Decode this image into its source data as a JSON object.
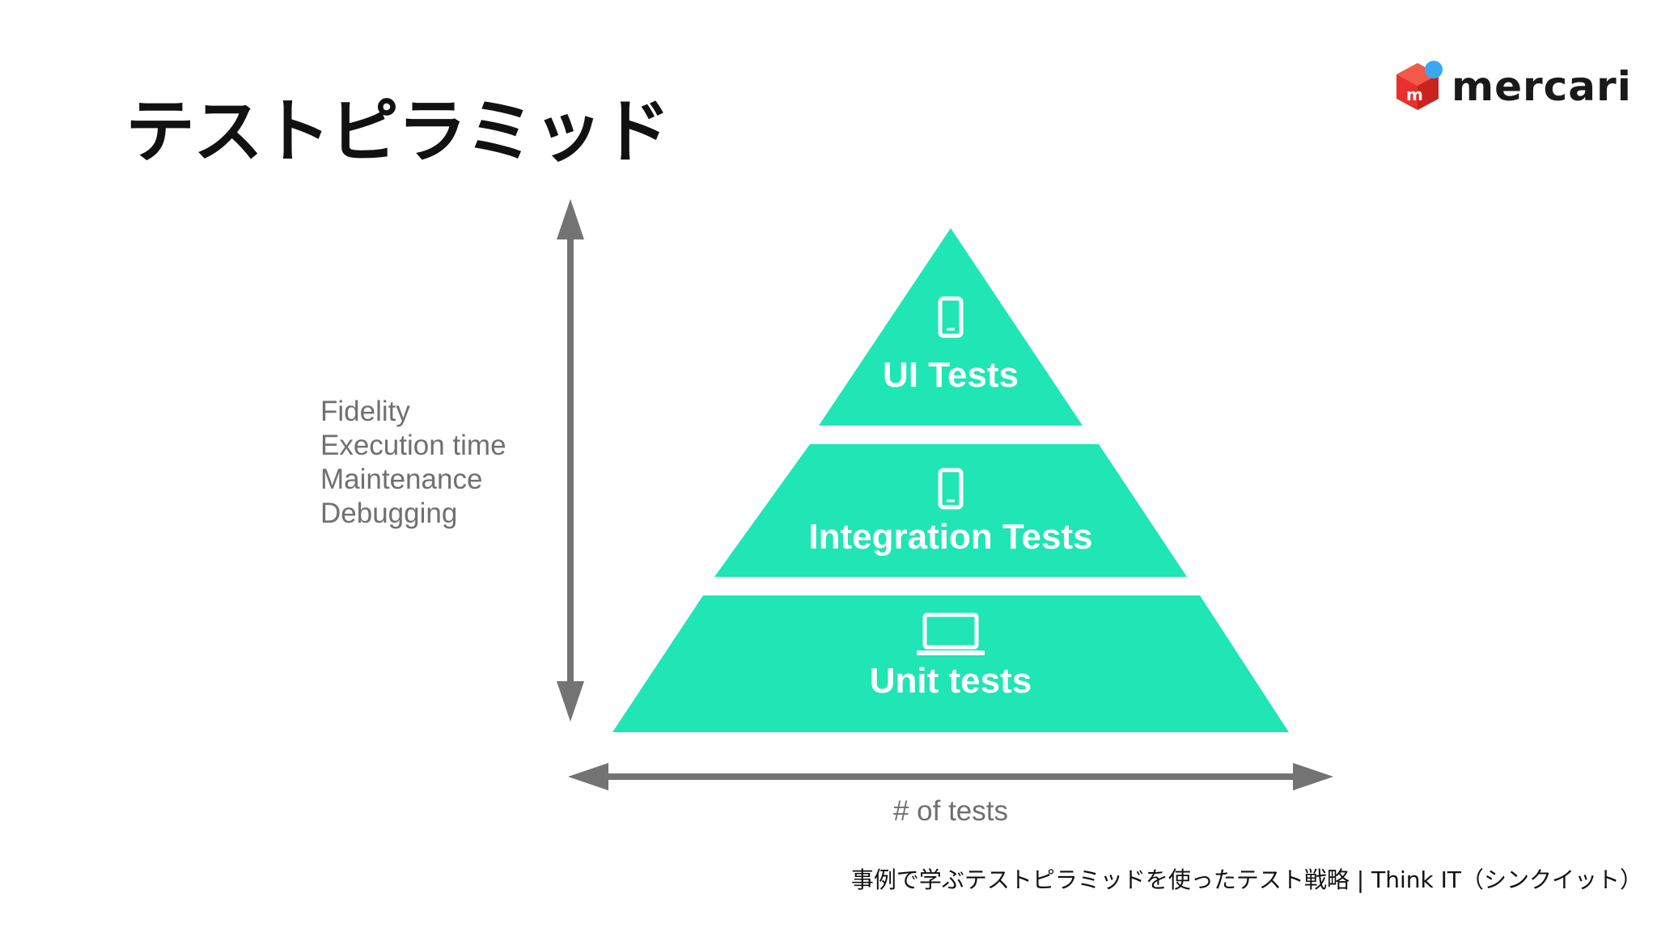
{
  "title": "テストピラミッド",
  "logo": {
    "text": "mercari",
    "mark_letter": "m"
  },
  "metrics": [
    "Fidelity",
    "Execution time",
    "Maintenance",
    "Debugging"
  ],
  "x_axis_label": "# of tests",
  "pyramid": [
    {
      "label": "UI Tests",
      "icon": "smartphone-icon"
    },
    {
      "label": "Integration Tests",
      "icon": "smartphone-icon"
    },
    {
      "label": "Unit tests",
      "icon": "laptop-icon"
    }
  ],
  "source": "事例で学ぶテストピラミッドを使ったテスト戦略 | Think IT（シンクイット）",
  "colors": {
    "pyramid": "#1fe6b4",
    "axis": "#737373",
    "logo_red": "#e8312f",
    "logo_blue": "#3aa8f0"
  }
}
